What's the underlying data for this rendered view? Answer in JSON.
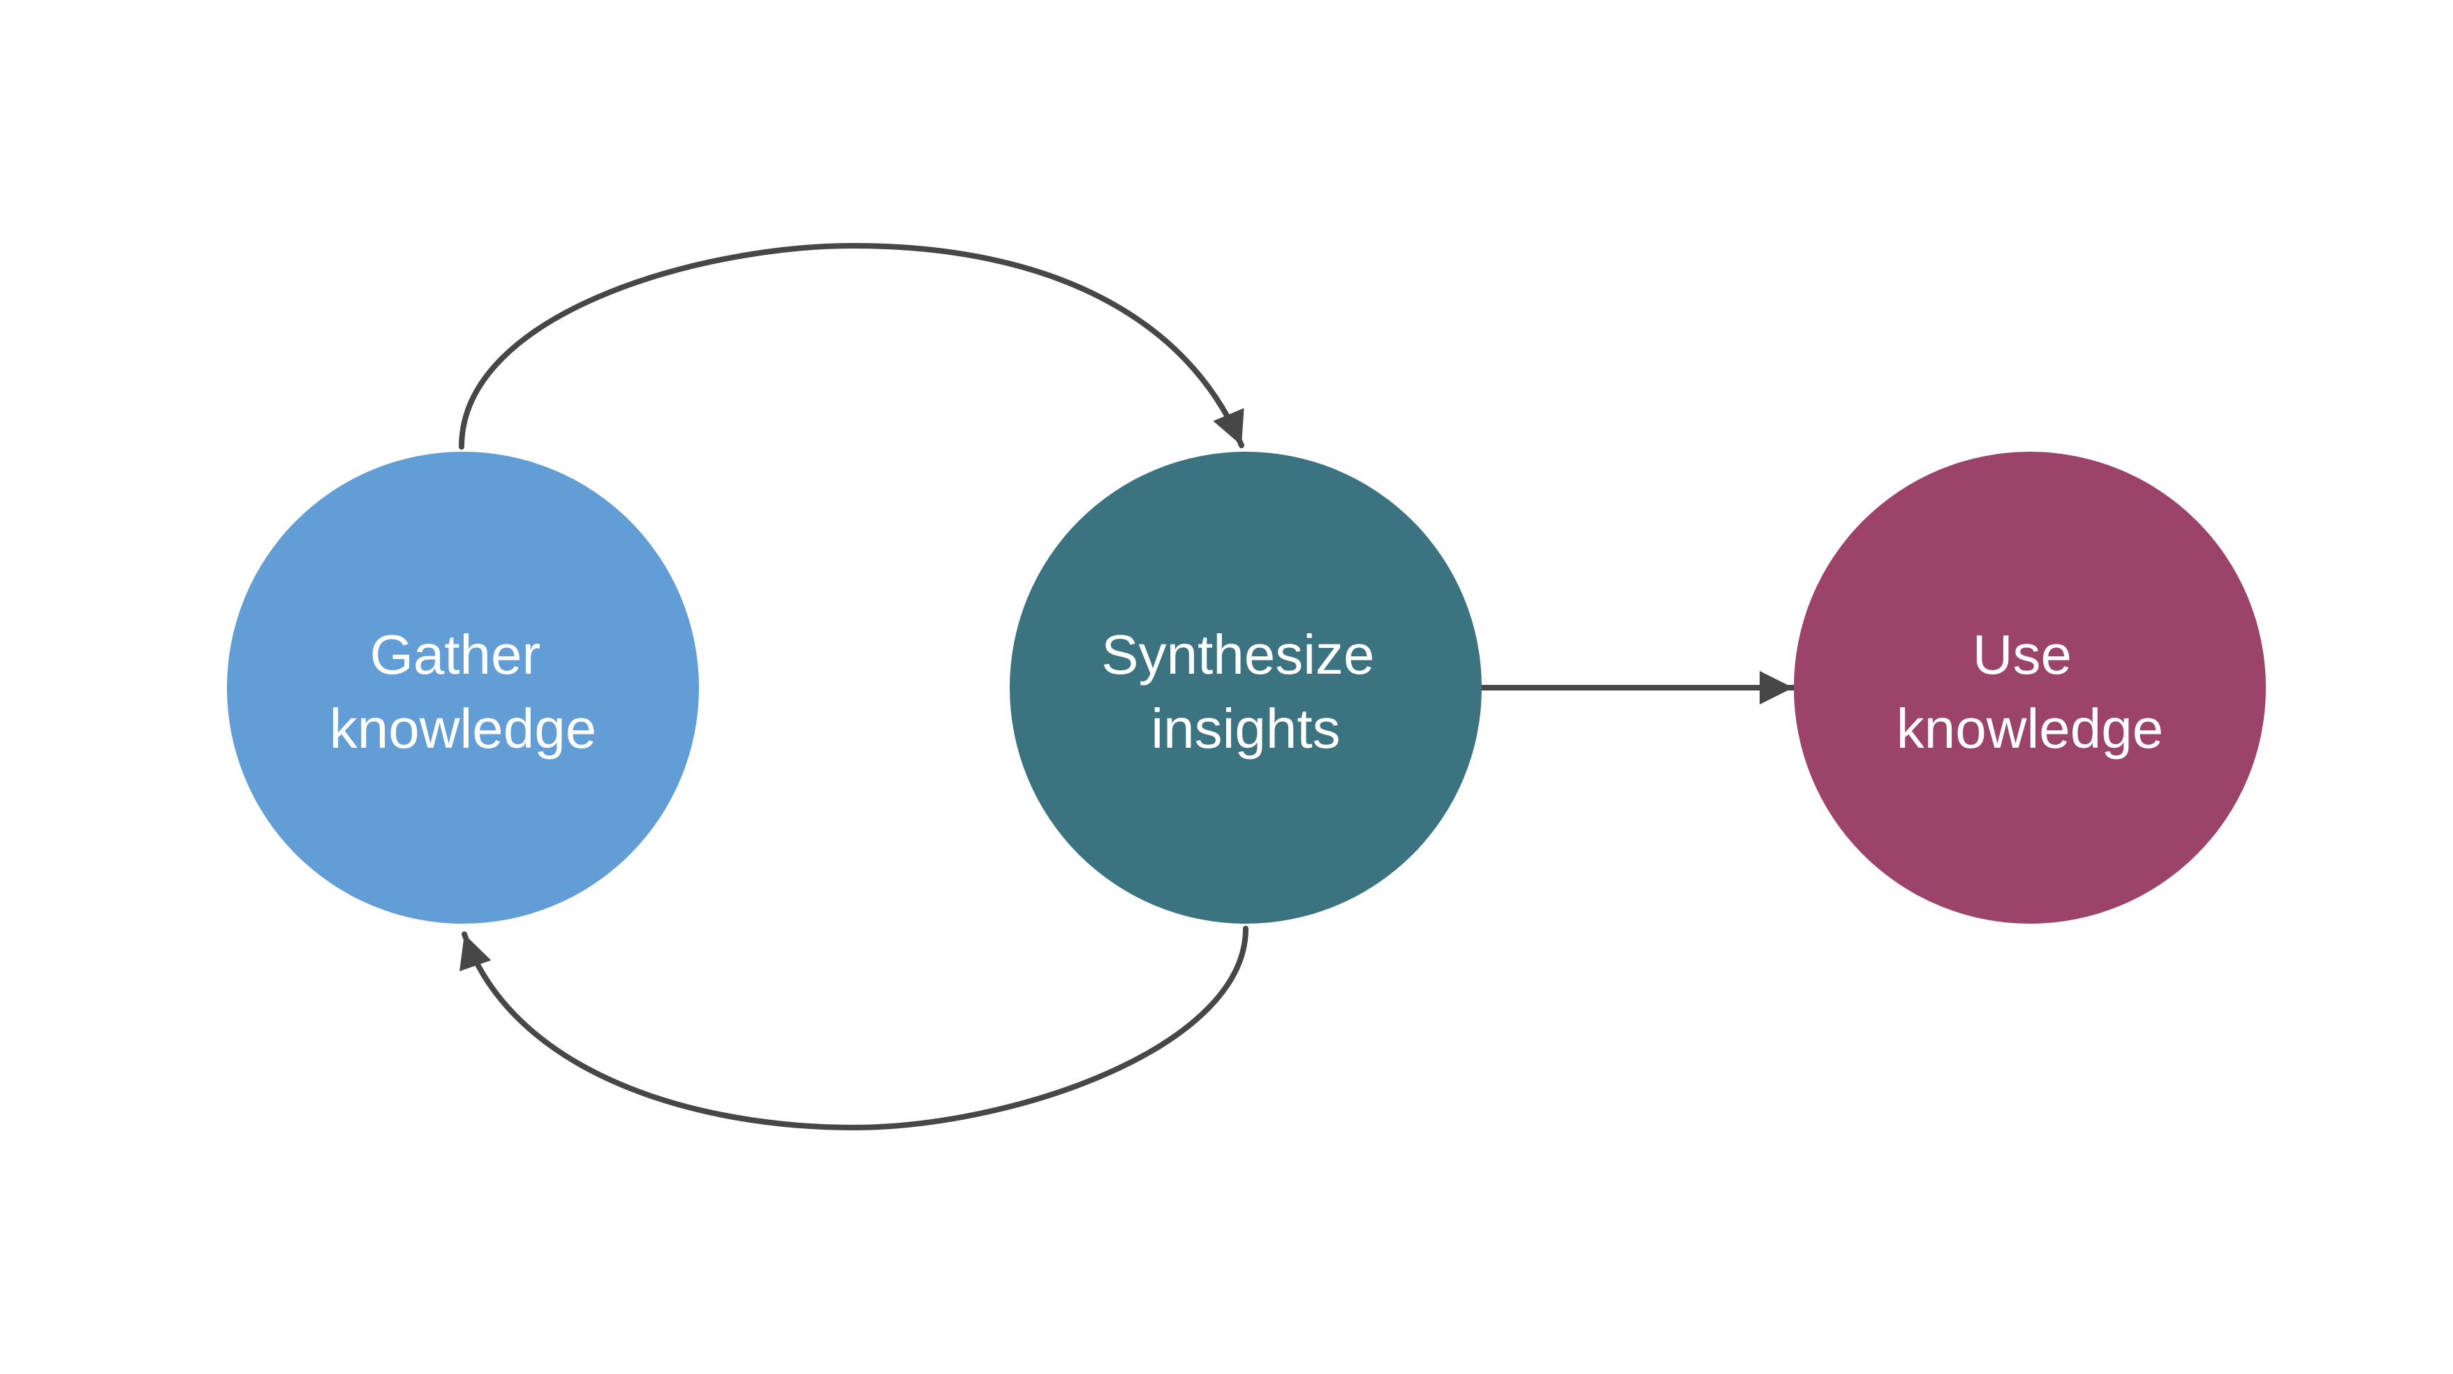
{
  "nodes": [
    {
      "id": "gather",
      "lines": [
        "Gather",
        "knowledge"
      ],
      "color": "#629DD6"
    },
    {
      "id": "synthesize",
      "lines": [
        "Synthesize",
        "insights"
      ],
      "color": "#3B7380"
    },
    {
      "id": "use",
      "lines": [
        "Use",
        "knowledge"
      ],
      "color": "#9C436A"
    }
  ],
  "edges": [
    {
      "from": "gather",
      "to": "synthesize"
    },
    {
      "from": "synthesize",
      "to": "gather"
    },
    {
      "from": "synthesize",
      "to": "use"
    }
  ],
  "colors": {
    "background": "#FFFFFF",
    "edge": "#474747",
    "label": "#FFFFFF"
  }
}
